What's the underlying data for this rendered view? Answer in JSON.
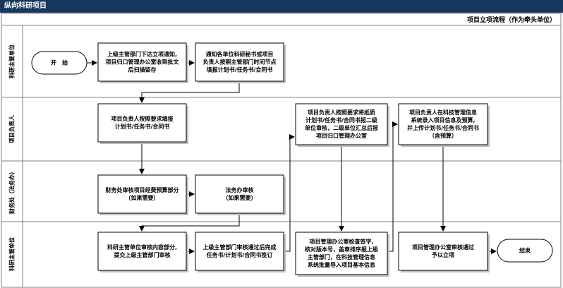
{
  "header": {
    "title": "纵向科研项目"
  },
  "diagram": {
    "subtitle": "项目立项流程（作为牵头单位）",
    "lanes": [
      {
        "id": "lane-research-unit-top",
        "label": "科研主管单位"
      },
      {
        "id": "lane-project-leader",
        "label": "项目负责人"
      },
      {
        "id": "lane-finance-legal",
        "label": "财务处（法务办）"
      },
      {
        "id": "lane-research-unit-bottom",
        "label": "科研主管单位"
      }
    ],
    "nodes": [
      {
        "id": "start",
        "type": "terminal",
        "lines": [
          "开　始"
        ]
      },
      {
        "id": "n1",
        "type": "process",
        "lines": [
          "上级主管部门下达立项通知,",
          "项目归口管理办公室收到批文",
          "后扫描留存"
        ]
      },
      {
        "id": "n2",
        "type": "process",
        "lines": [
          "通知各单位科研秘书或项目",
          "负责人按照主管部门时间节点",
          "填报计划书/任务书/合同书"
        ]
      },
      {
        "id": "n3",
        "type": "process",
        "lines": [
          "项目负责人按照要求填报",
          "计划书/任务书/合同书"
        ]
      },
      {
        "id": "n4",
        "type": "process",
        "lines": [
          "财务处审核项目经费预算部分",
          "（如果需要）"
        ]
      },
      {
        "id": "n5",
        "type": "process",
        "lines": [
          "法务办审核",
          "（如果需要）"
        ]
      },
      {
        "id": "n6",
        "type": "process",
        "lines": [
          "科研主管单位审核内容部分,",
          "提交上级主管部门审核"
        ]
      },
      {
        "id": "n7",
        "type": "process",
        "lines": [
          "上级主管部门审核通过后完成",
          "任务书/计划书/合同书签订"
        ]
      },
      {
        "id": "n8",
        "type": "process",
        "lines": [
          "项目负责人按照要求将纸质",
          "计划书/任务书/合同书报二级",
          "单位审核，二级单位汇总后报",
          "项目归口管理办公室"
        ]
      },
      {
        "id": "n9",
        "type": "process",
        "lines": [
          "项目管理办公室检查签字,",
          "核对版本号，盖章排序报上级",
          "主管部门，在科技管理信息",
          "系统批量导入项目基本信息"
        ]
      },
      {
        "id": "n10",
        "type": "process",
        "lines": [
          "项目负责人在科技管理信息",
          "系统录入项目信息及预算,",
          "并上传计划书/任务书/合同书",
          "（含预算）"
        ]
      },
      {
        "id": "n11",
        "type": "process",
        "lines": [
          "项目管理办公室审核通过",
          "予以立项"
        ]
      },
      {
        "id": "end",
        "type": "terminal",
        "lines": [
          "结束"
        ]
      }
    ],
    "colors": {
      "border": "#7f7f7f",
      "box_border": "#000000",
      "arrow": "#000000",
      "header_bg": "#17375e"
    }
  }
}
